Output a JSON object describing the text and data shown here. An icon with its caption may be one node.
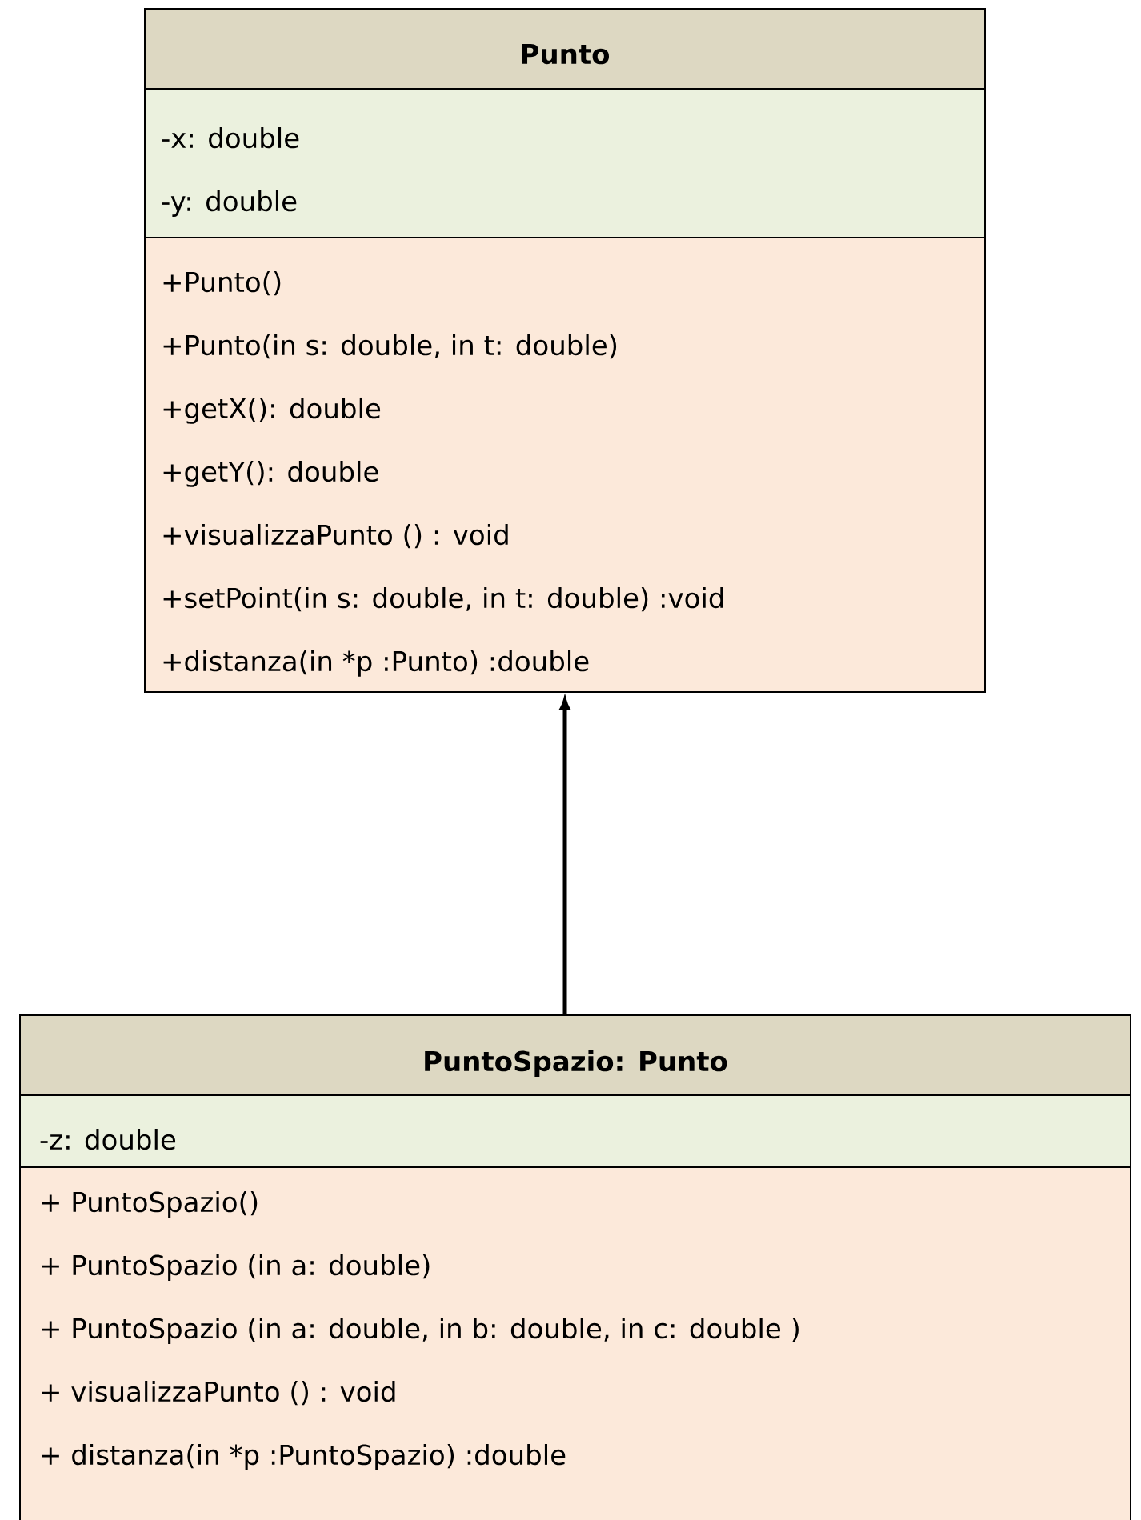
{
  "diagram": {
    "nodes": [
      {
        "text": [
          "Punto"
        ]
      },
      {
        "text": [
          "-x: double",
          "-y: double"
        ],
        "in": 0
      },
      {
        "text": [
          "+Punto()",
          "+Punto(in s: double, in t: double)",
          "+getX(): double",
          "+getY(): double",
          "+visualizzaPunto () : void",
          "+setPoint(in s: double, in t: double) :void",
          "+distanza(in *p :Punto) :double"
        ],
        "in": 0
      },
      {
        "text": [
          "PuntoSpazio:  Punto"
        ]
      },
      {
        "text": [
          "-z: double"
        ],
        "in": 3
      },
      {
        "text": [
          "+ PuntoSpazio()",
          "+ PuntoSpazio (in a: double)",
          "+ PuntoSpazio (in a: double, in b: double, in c: double )",
          "+ visualizzaPunto () : void",
          "+ distanza(in *p :PuntoSpazio) :double"
        ],
        "in": 3
      }
    ],
    "edges": [
      {
        "from": 3,
        "to": 0,
        "arrow": "to"
      }
    ]
  }
}
